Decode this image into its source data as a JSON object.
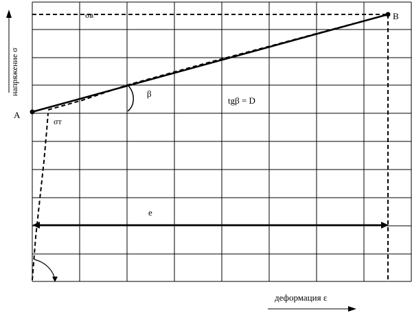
{
  "labels": {
    "point_a": "A",
    "point_b": "B",
    "sigma_b": "σв",
    "sigma_t": "σт",
    "beta": "β",
    "formula": "tgβ = D",
    "length_e": "е",
    "y_axis": "напряжение σ",
    "x_axis": "деформация ε"
  },
  "colors": {
    "grid": "#000000",
    "ink": "#000000"
  }
}
